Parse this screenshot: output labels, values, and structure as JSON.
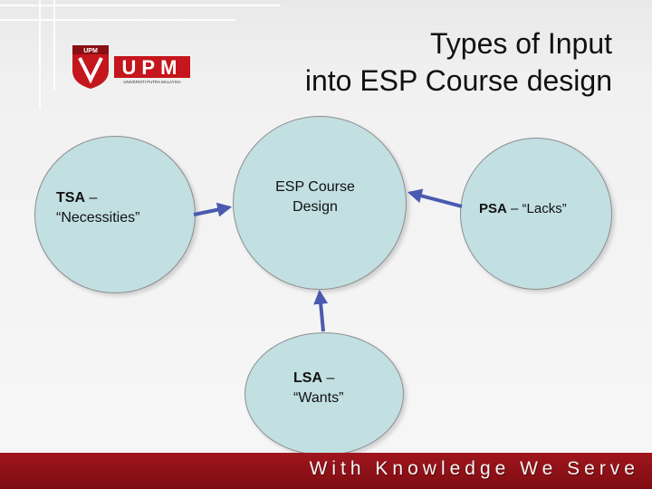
{
  "slide": {
    "title_line1": "Types of Input",
    "title_line2": "into ESP Course design",
    "footer_tagline": "With Knowledge We Serve"
  },
  "logo": {
    "brand": "UPM",
    "shield_text": "UPM",
    "subtitle": "UNIVERSITI PUTRA MALAYSIA"
  },
  "nodes": {
    "tsa": {
      "abbr": "TSA",
      "rest": " –",
      "line2": "“Necessities”"
    },
    "center": {
      "line1": "ESP Course",
      "line2": "Design"
    },
    "psa": {
      "abbr": "PSA",
      "rest": " – “Lacks”"
    },
    "lsa": {
      "abbr": "LSA",
      "rest": " –",
      "line2": "“Wants”"
    }
  },
  "colors": {
    "node_fill": "#c2dfe2",
    "arrow": "#4a5ab0",
    "footer": "#8f1118",
    "logo_red": "#c4161c"
  },
  "icons": [
    "upm-shield-icon"
  ]
}
